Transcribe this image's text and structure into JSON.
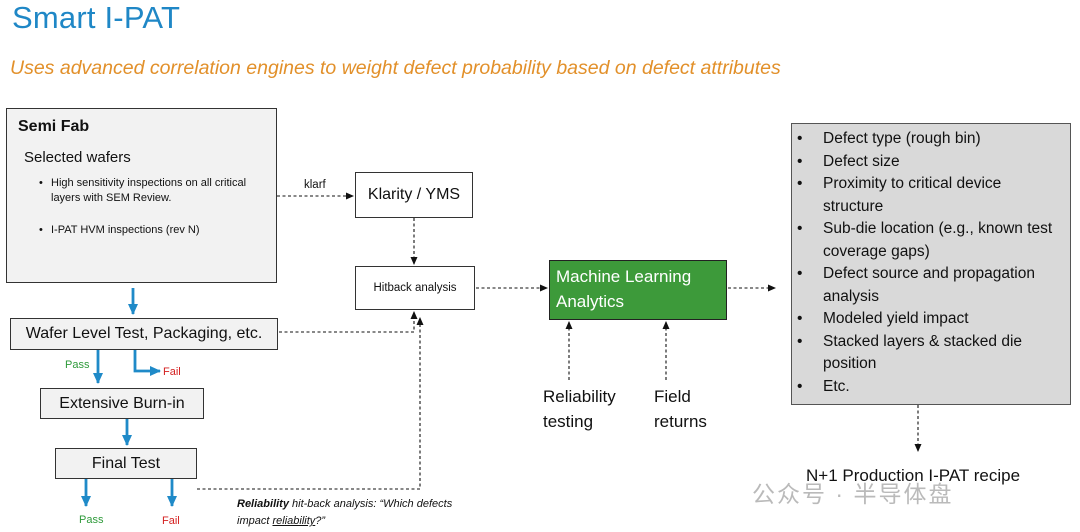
{
  "title": "Smart I-PAT",
  "subtitle": "Uses advanced correlation engines to weight defect probability based on defect attributes",
  "semi_fab": {
    "heading": "Semi Fab",
    "selected": "Selected wafers",
    "bullets": [
      "High sensitivity inspections on all critical layers with SEM Review.",
      "I-PAT HVM inspections (rev N)"
    ]
  },
  "flow": {
    "wafer_level_test": "Wafer Level Test, Packaging, etc.",
    "burn_in": "Extensive Burn-in",
    "final_test": "Final Test",
    "pass_label": "Pass",
    "fail_label": "Fail"
  },
  "klarity": "Klarity / YMS",
  "klarf": "klarf",
  "hitback": "Hitback analysis",
  "ml": "Machine Learning Analytics",
  "reliability_testing": "Reliability testing",
  "field_returns": "Field returns",
  "attributes": [
    "Defect type (rough bin)",
    "Defect size",
    "Proximity to critical device structure",
    "Sub-die location (e.g., known test coverage gaps)",
    "Defect source and propagation analysis",
    "Modeled yield impact",
    "Stacked layers & stacked die position",
    "Etc."
  ],
  "recipe": "N+1 Production I-PAT recipe",
  "note": {
    "bold": "Reliability",
    "text1": " hit-back analysis:  “Which defects impact ",
    "underline": "reliability",
    "text2": "?”"
  },
  "watermark": "公众号 · 半导体盘",
  "colors": {
    "title": "#1f87c6",
    "subtitle": "#e2902a",
    "arrow_blue": "#1f8ac8",
    "pass": "#2e9a3a",
    "fail": "#d42020",
    "ml_box": "#3d9a3a",
    "attr_box": "#d9d9d9"
  }
}
